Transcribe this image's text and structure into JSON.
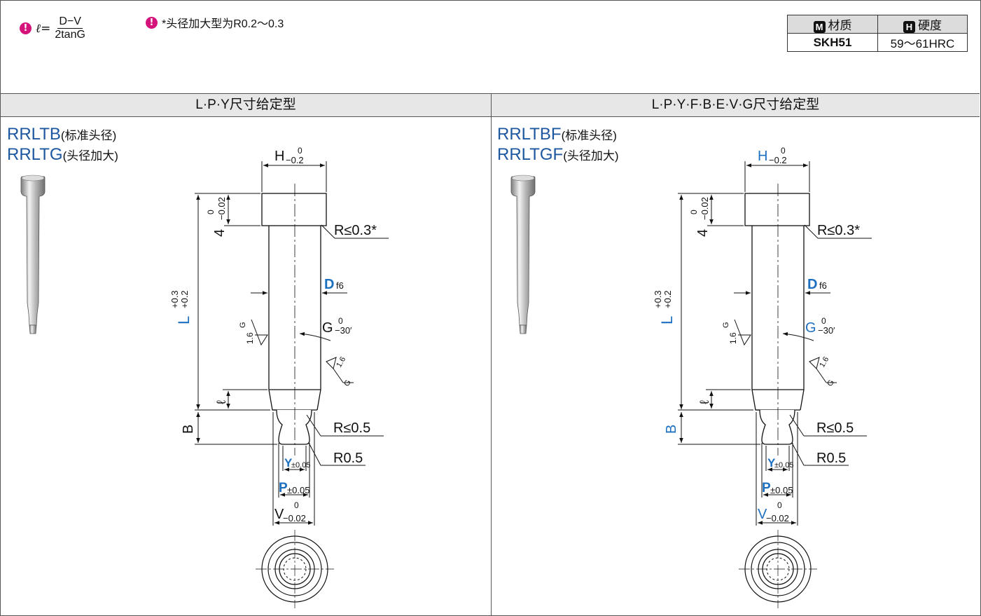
{
  "notes": {
    "formula_lhs": "ℓ=",
    "formula_num": "D−V",
    "formula_den": "2tanG",
    "head_note": "*头径加大型为R0.2～0.3",
    "warn_icon": "!"
  },
  "material_table": {
    "material_header": "材质",
    "material_tag": "M",
    "hardness_header": "硬度",
    "hardness_tag": "H",
    "material_value": "SKH51",
    "hardness_value": "59～61HRC"
  },
  "sections": [
    {
      "header": "L·P·Y尺寸给定型",
      "title1": "RRLTB",
      "title1_sub": "(标准头径)",
      "title2": "RRLTG",
      "title2_sub": "(头径加大)"
    },
    {
      "header": "L·P·Y·F·B·E·V·G尺寸给定型",
      "title1": "RRLTBF",
      "title1_sub": "(标准头径)",
      "title2": "RRLTGF",
      "title2_sub": "(头径加大)"
    }
  ],
  "dims": {
    "H": "H",
    "H_tol_upper": "0",
    "H_tol_lower": "−0.2",
    "head_len": "4",
    "head_tol_upper": "0",
    "head_tol_lower": "−0.02",
    "R_head": "R≤0.3*",
    "D": "D",
    "D_tol": "f6",
    "L": "L",
    "L_tol_upper": "+0.3",
    "L_tol_lower": "+0.2",
    "G": "G",
    "G_tol_upper": "0",
    "G_tol_lower": "−30′",
    "finish": "1.6",
    "finish_g": "G",
    "ell": "ℓ",
    "B": "B",
    "R_neck": "R≤0.5",
    "R_tip": "R0.5",
    "Y": "Y",
    "Y_tol": "±0.05",
    "P": "P",
    "P_tol": "±0.05",
    "V": "V",
    "V_tol_upper": "0",
    "V_tol_lower": "−0.02"
  },
  "colors": {
    "accent_blue": "#1d6fc0",
    "warn_pink": "#d4137b",
    "header_gray": "#e7e7e7"
  }
}
